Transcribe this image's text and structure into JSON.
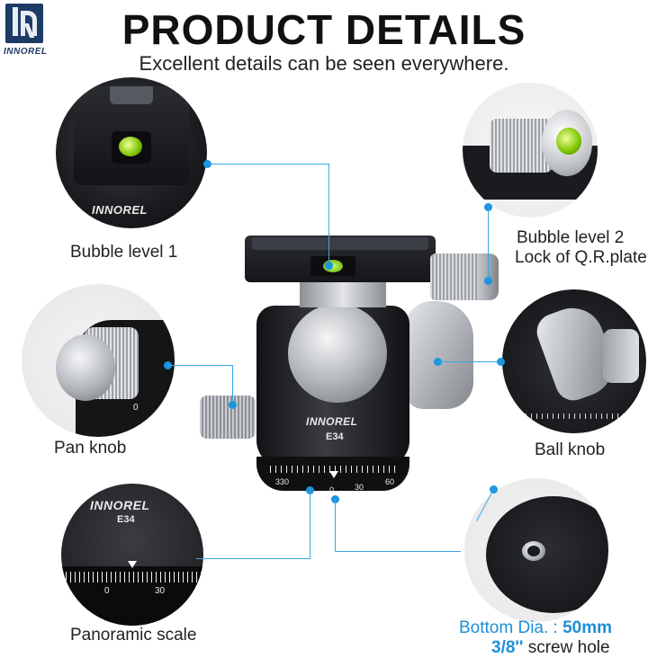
{
  "brand": {
    "logo_mark": "iR",
    "name": "INNOREL"
  },
  "header": {
    "title": "PRODUCT DETAILS",
    "subtitle": "Excellent details can be seen everywhere."
  },
  "product": {
    "brand_mark": "INNOREL",
    "model": "E34",
    "scale_labels": [
      "330",
      "0",
      "30",
      "60"
    ]
  },
  "details": {
    "bubble_level_1": {
      "label": "Bubble level 1",
      "inner_brand": "INNOREL"
    },
    "bubble_level_2": {
      "label_line1": "Bubble level 2",
      "label_line2": "Lock of Q.R.plate"
    },
    "pan_knob": {
      "label": "Pan knob",
      "scale_mark": "0"
    },
    "ball_knob": {
      "label": "Ball knob"
    },
    "panoramic_scale": {
      "label": "Panoramic scale",
      "inner_brand": "INNOREL",
      "inner_model": "E34",
      "scale_left": "0",
      "scale_right": "30"
    },
    "bottom": {
      "line1_prefix": "Bottom Dia. : ",
      "line1_value": "50mm",
      "line2_prefix": "3/8''",
      "line2_suffix": " screw hole"
    }
  },
  "colors": {
    "accent_blue": "#1b95e0",
    "label_text": "#222222",
    "logo_blue": "#1d3b66"
  }
}
